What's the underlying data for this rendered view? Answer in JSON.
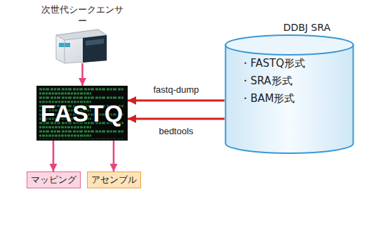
{
  "diagram": {
    "nodes": [
      {
        "text": [
          "次世代シークエンサー"
        ]
      },
      {
        "text": [
          "FASTQ"
        ]
      },
      {
        "text": [
          "DDBJ SRA",
          "・FASTQ形式",
          "・SRA形式",
          "・BAM形式"
        ]
      },
      {
        "text": [
          "マッピング"
        ]
      },
      {
        "text": [
          "アセンブル"
        ]
      }
    ],
    "edges": [
      {
        "from": 0,
        "to": 1,
        "arrow": "to"
      },
      {
        "from": 2,
        "to": 1,
        "arrow": "to",
        "label": "fastq-dump"
      },
      {
        "from": 2,
        "to": 1,
        "arrow": "to",
        "label": "bedtools"
      },
      {
        "from": 1,
        "to": 3,
        "arrow": "to"
      },
      {
        "from": 1,
        "to": 4,
        "arrow": "to"
      }
    ]
  }
}
